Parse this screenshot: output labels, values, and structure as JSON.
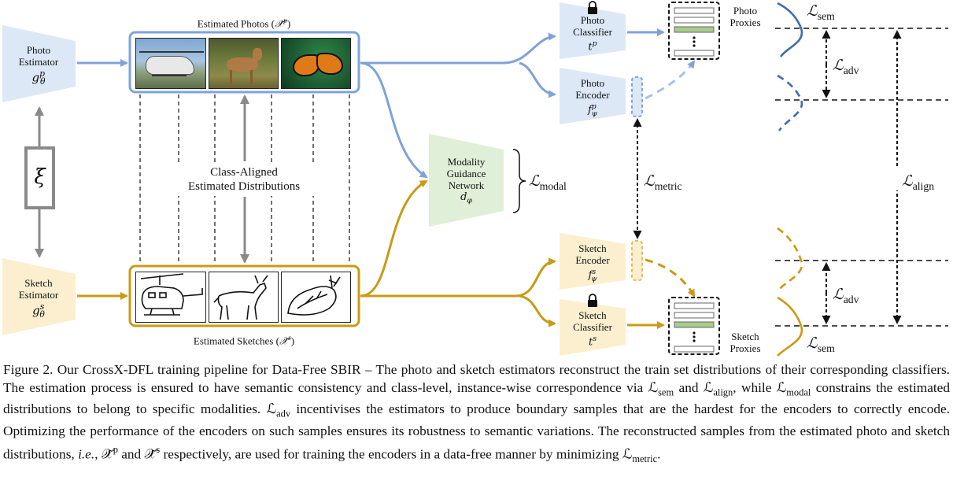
{
  "figure": {
    "photo_estimator": {
      "line1": "Photo",
      "line2": "Estimator",
      "symbol": "g",
      "sup": "p",
      "sub": "θ"
    },
    "sketch_estimator": {
      "line1": "Sketch",
      "line2": "Estimator",
      "symbol": "g",
      "sup": "s",
      "sub": "θ"
    },
    "noise_symbol": "ξ",
    "estimated_photos_label": "Estimated Photos (",
    "estimated_photos_symbol": "𝒳̃",
    "estimated_photos_sup": "p",
    "estimated_sketches_label": "Estimated Sketches (",
    "estimated_sketches_symbol": "𝒳̃",
    "estimated_sketches_sup": "s",
    "close_paren": ")",
    "class_aligned_line1": "Class-Aligned",
    "class_aligned_line2": "Estimated Distributions",
    "modality": {
      "line1": "Modality",
      "line2": "Guidance",
      "line3": "Network",
      "symbol": "d",
      "sub": "φ"
    },
    "photo_classifier": {
      "line1": "Photo",
      "line2": "Classifier",
      "symbol": "t",
      "sup": "p"
    },
    "photo_encoder": {
      "line1": "Photo",
      "line2": "Encoder",
      "symbol": "f",
      "sup": "p",
      "sub": "ψ"
    },
    "sketch_encoder": {
      "line1": "Sketch",
      "line2": "Encoder",
      "symbol": "f",
      "sup": "s",
      "sub": "ψ"
    },
    "sketch_classifier": {
      "line1": "Sketch",
      "line2": "Classifier",
      "symbol": "t",
      "sup": "s"
    },
    "photo_proxies": {
      "line1": "Photo",
      "line2": "Proxies"
    },
    "sketch_proxies": {
      "line1": "Sketch",
      "line2": "Proxies"
    },
    "loss_script": "ℒ",
    "loss_modal": "modal",
    "loss_metric": "metric",
    "loss_sem_top": "sem",
    "loss_adv_top": "adv",
    "loss_align": "align",
    "loss_adv_bottom": "adv",
    "loss_sem_bottom": "sem"
  },
  "caption": {
    "c1": "Figure 2. Our CrossX-DFL training pipeline for Data-Free SBIR – The photo and sketch estimators reconstruct the train set distributions of their corresponding classifiers. The estimation process is ensured to have semantic consistency and class-level, instance-wise correspondence via ",
    "l1": "ℒ",
    "s1": "sem",
    "c2": " and ",
    "l2": "ℒ",
    "s2": "align",
    "c3": ", while ",
    "l3": "ℒ",
    "s3": "modal",
    "c4": " constrains the estimated distributions to belong to specific modalities. ",
    "l4": "ℒ",
    "s4": "adv",
    "c5": " incentivises the estimators to produce boundary samples that are the hardest for the encoders to correctly encode. Optimizing the performance of the encoders on such samples ensures its robustness to semantic variations. The reconstructed samples from the estimated photo and sketch distributions, ",
    "ie": "i.e.",
    "c6": ", ",
    "xp": "𝒳̃",
    "xp_sup": "p",
    "c7": " and ",
    "xs": "𝒳̃",
    "xs_sup": "s",
    "c8": " respectively, are used for training the encoders in a data-free manner by minimizing ",
    "l5": "ℒ",
    "s5": "metric",
    "c9": "."
  },
  "colors": {
    "photo_fill": "#dce8f5",
    "photo_line": "#7fa3d8",
    "sketch_fill": "#fbefcf",
    "sketch_line": "#c99a14",
    "modality_fill": "#e0efd8",
    "gray": "#8a8a8a",
    "proxy_green": "#a8cc8c",
    "curve_blue": "#3d6bb3",
    "curve_gold": "#c99a14"
  }
}
